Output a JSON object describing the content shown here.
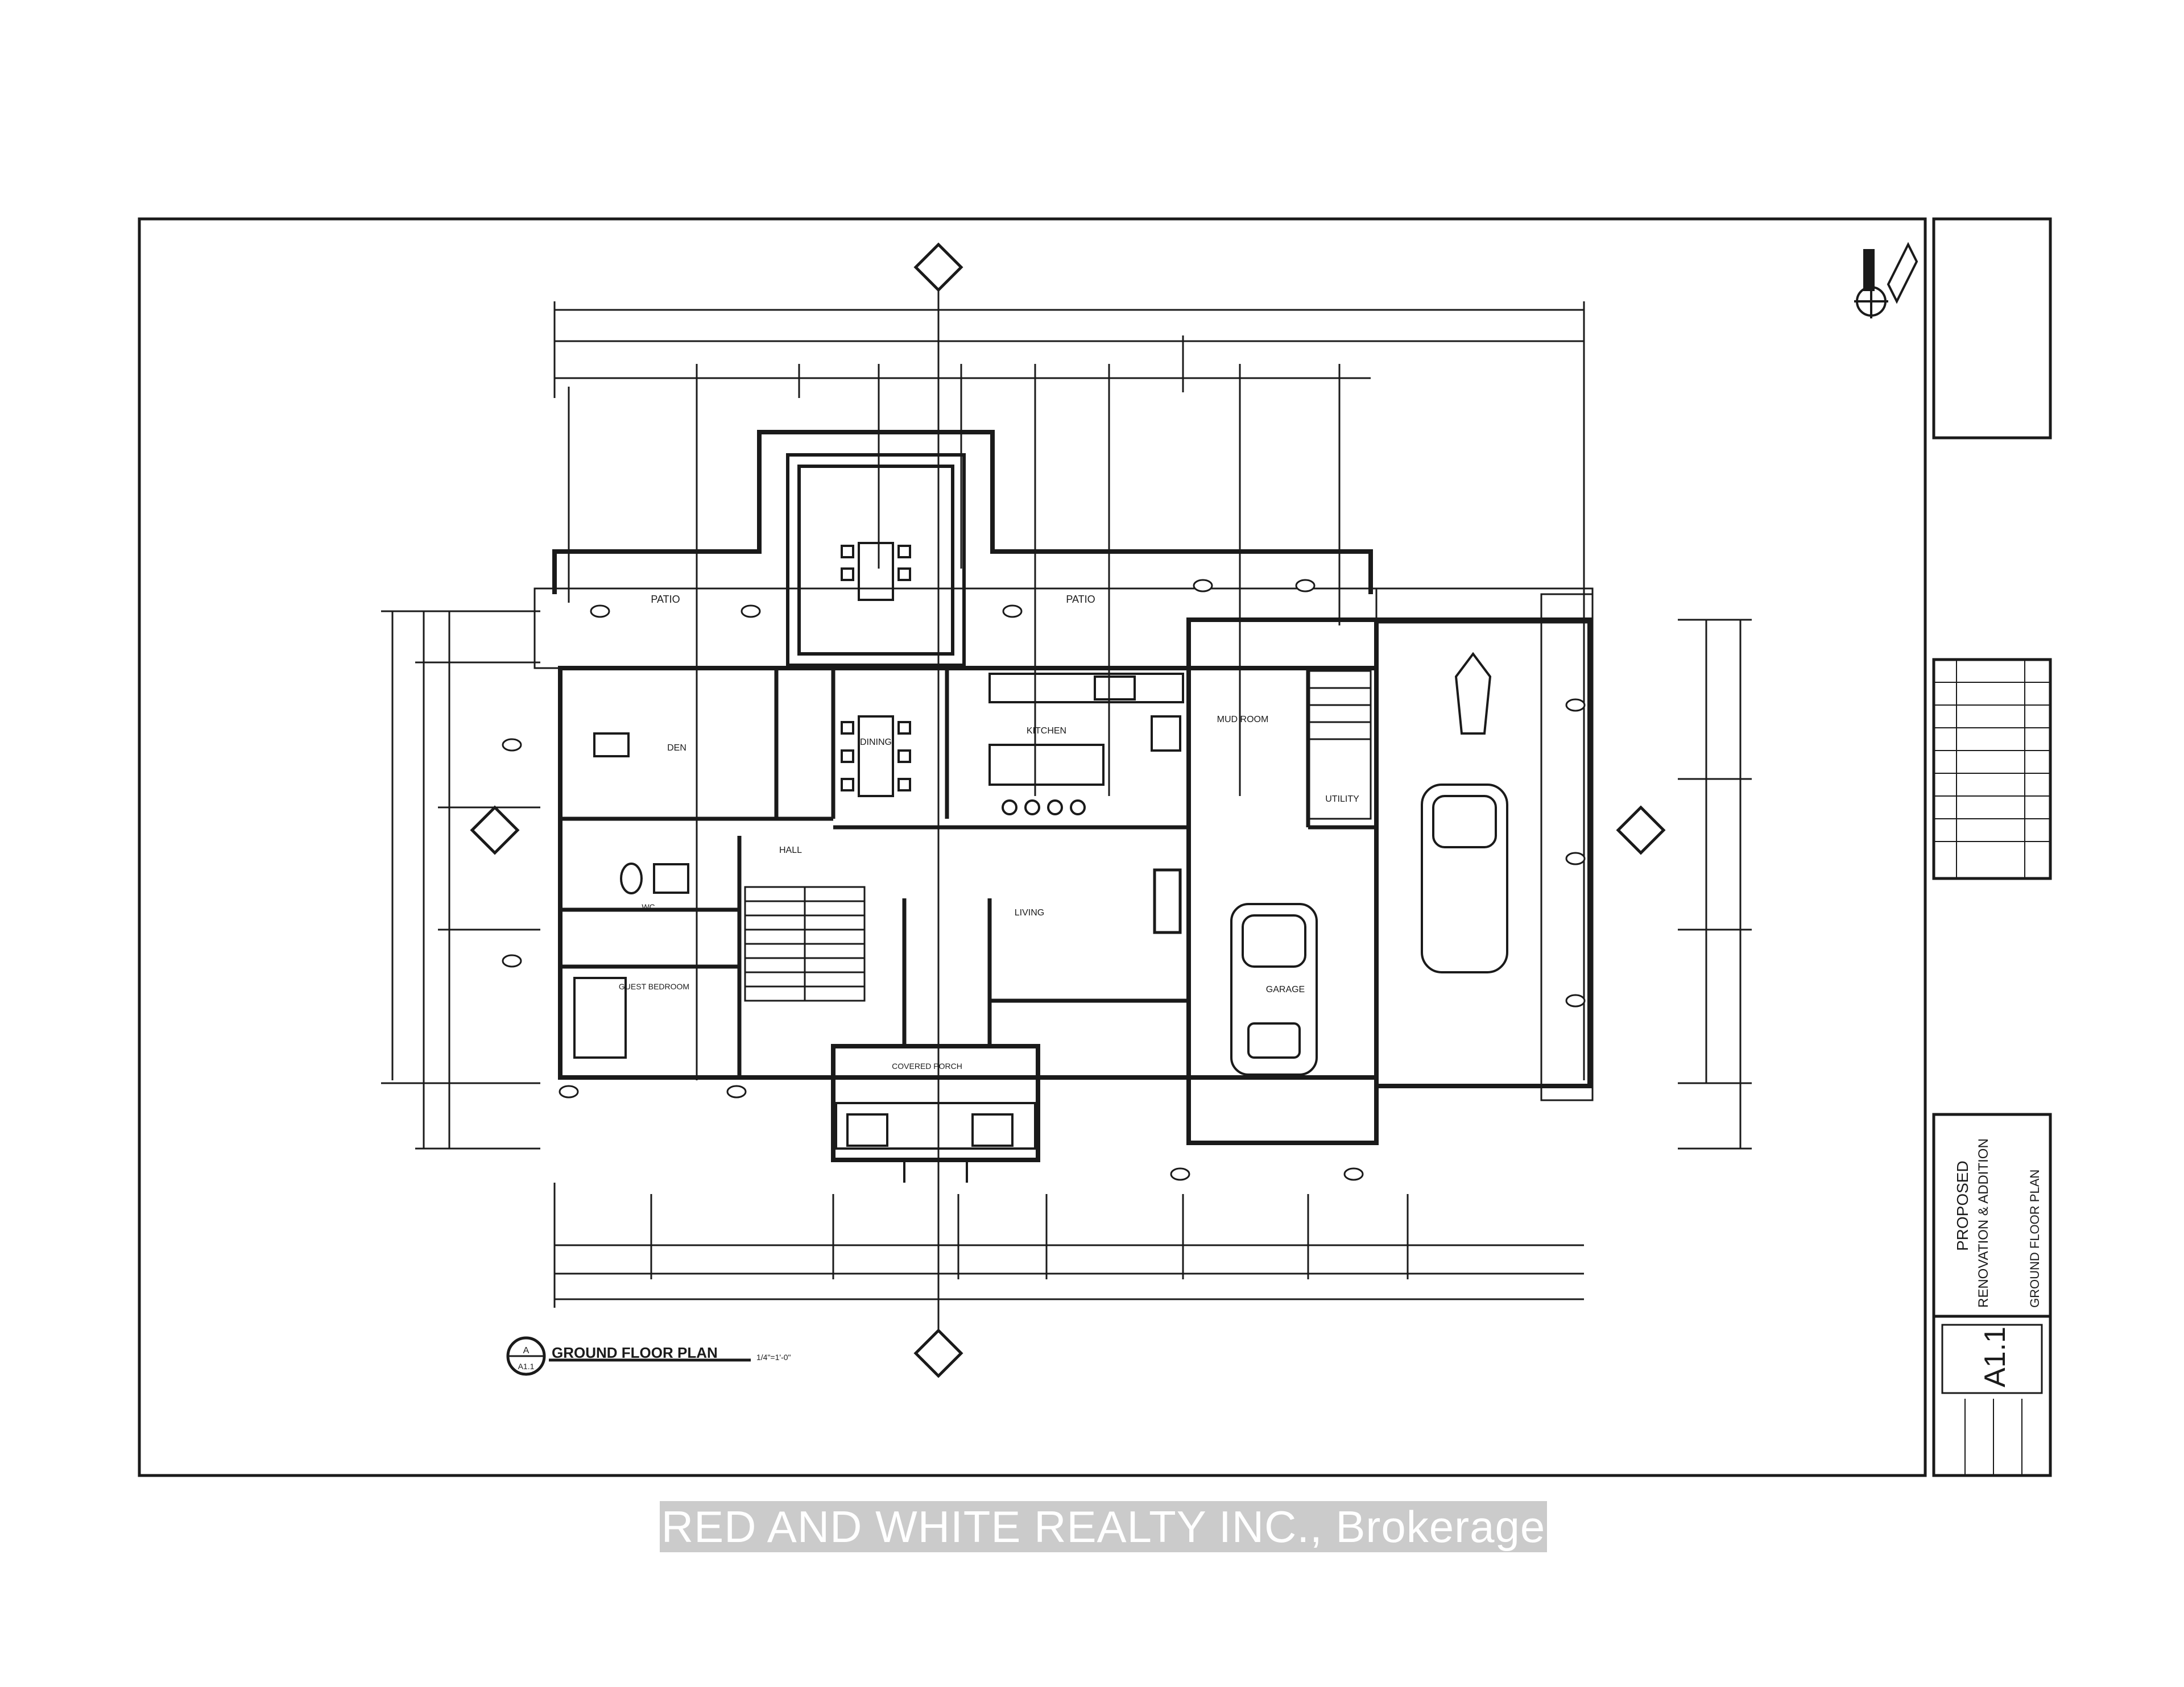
{
  "plan": {
    "title": "GROUND FLOOR PLAN",
    "scale_note": "1/4\"=1'-0\"",
    "detail_ref_top": "A",
    "detail_ref_bottom": "A1.1"
  },
  "rooms": {
    "patio_left": "PATIO",
    "patio_right": "PATIO",
    "den": "DEN",
    "dining": "DINING",
    "kitchen": "KITCHEN",
    "mud_room": "MUD ROOM",
    "hall": "HALL",
    "living": "LIVING",
    "utility": "UTILITY",
    "garage": "GARAGE",
    "bedroom": "GUEST BEDROOM",
    "covered_porch": "COVERED PORCH",
    "wc": "WC"
  },
  "title_block": {
    "project_line1": "PROPOSED",
    "project_line2": "RENOVATION & ADDITION",
    "drawing_title": "GROUND FLOOR PLAN",
    "sheet_number": "A1.1"
  },
  "watermark": "RED AND WHITE REALTY INC., Brokerage",
  "colors": {
    "ink": "#1a1a1a",
    "paper": "#ffffff",
    "watermark_band": "#a0a0a0"
  }
}
